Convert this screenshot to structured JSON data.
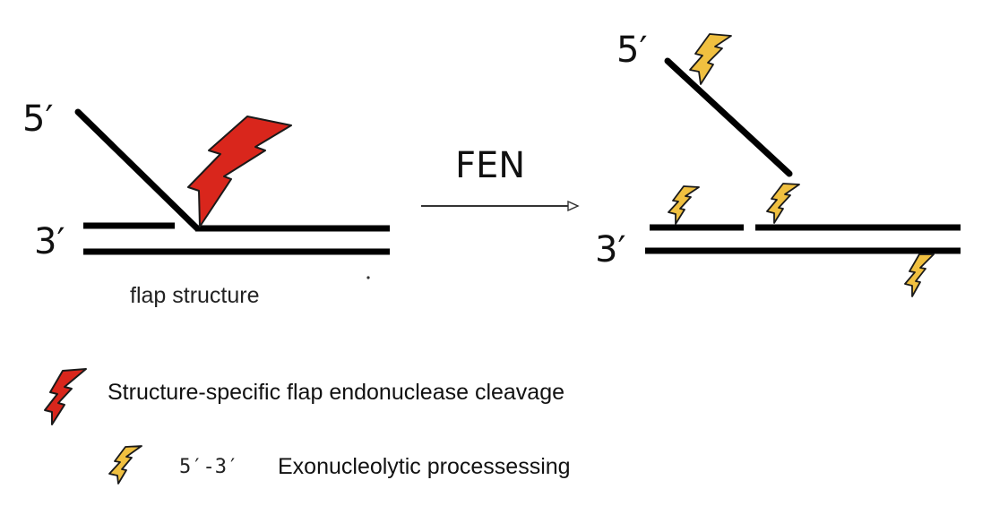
{
  "left": {
    "label_5prime": "5′",
    "label_3prime": "3′",
    "caption": "flap structure"
  },
  "arrow": {
    "label": "FEN"
  },
  "right": {
    "label_5prime": "5′",
    "label_3prime": "3′"
  },
  "legend": [
    {
      "icon": "red-lightning-bolt-icon",
      "text": "Structure-specific flap endonuclease cleavage"
    },
    {
      "icon": "yellow-lightning-bolt-icon",
      "prefix": "5′-3′",
      "text": "Exonucleolytic processessing"
    }
  ],
  "colors": {
    "strand": "#000000",
    "endonuclease": "#d9261c",
    "exonuclease": "#f0c040",
    "outline": "#1a1a1a"
  }
}
